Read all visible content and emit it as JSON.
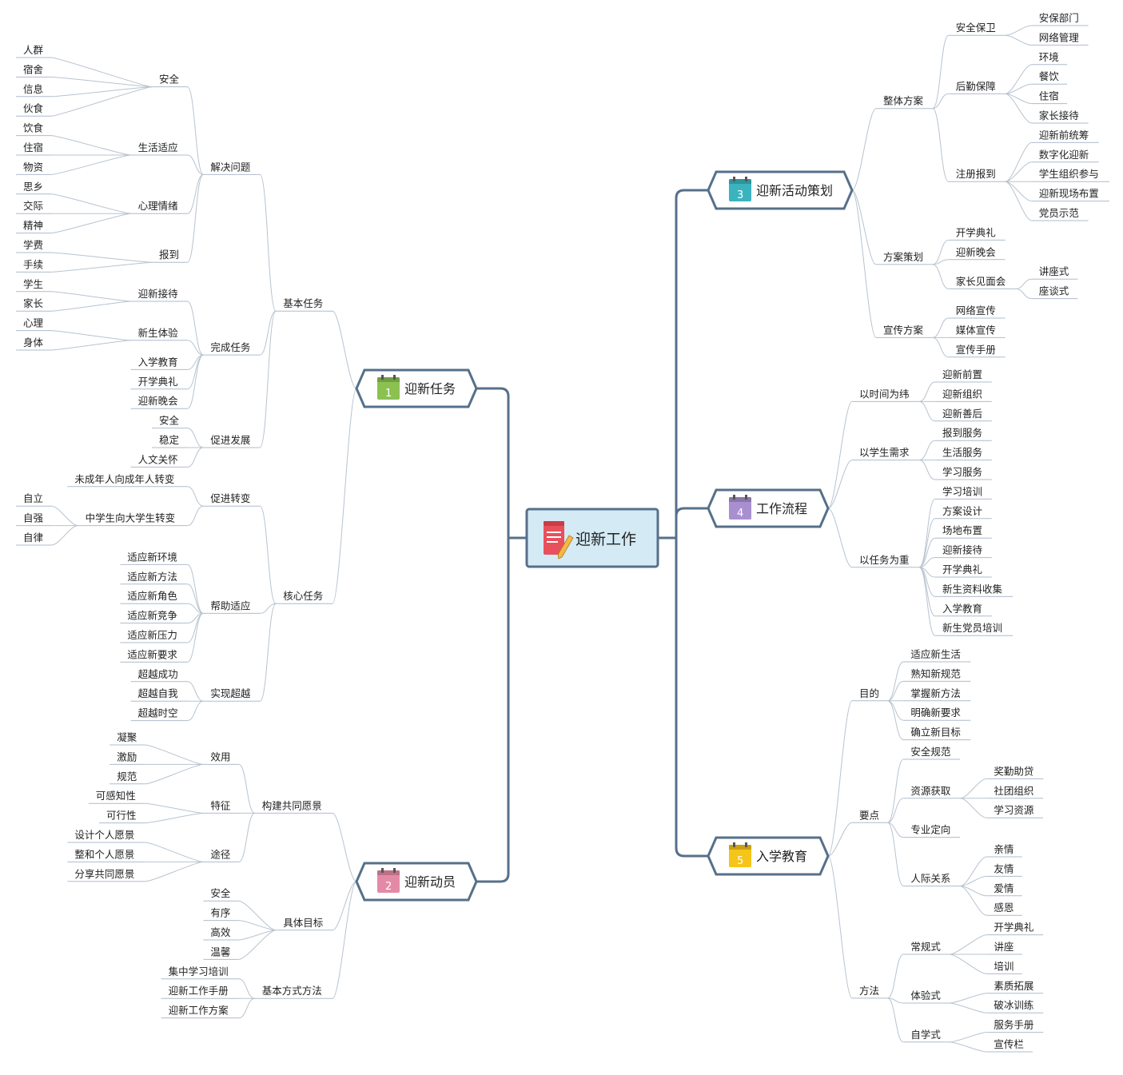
{
  "root": {
    "label": "迎新工作",
    "icon": "notepad-pencil-icon"
  },
  "colors": {
    "branch_line": "#56708a",
    "leaf_line": "#b7c3cf",
    "root_fill": "#d4eaf5",
    "badge_1": "#8cc152",
    "badge_2": "#e58aa6",
    "badge_3": "#3bb3bf",
    "badge_4": "#a88fd0",
    "badge_5": "#f5c518"
  },
  "branches": [
    {
      "badge": "1",
      "label": "迎新任务",
      "icon": "calendar-icon",
      "side": "left",
      "children": [
        {
          "label": "基本任务",
          "children": [
            {
              "label": "解决问题",
              "children": [
                {
                  "label": "安全",
                  "children": [
                    {
                      "label": "人群"
                    },
                    {
                      "label": "宿舍"
                    },
                    {
                      "label": "信息"
                    },
                    {
                      "label": "伙食"
                    }
                  ]
                },
                {
                  "label": "生活适应",
                  "children": [
                    {
                      "label": "饮食"
                    },
                    {
                      "label": "住宿"
                    },
                    {
                      "label": "物资"
                    }
                  ]
                },
                {
                  "label": "心理情绪",
                  "children": [
                    {
                      "label": "思乡"
                    },
                    {
                      "label": "交际"
                    },
                    {
                      "label": "精神"
                    }
                  ]
                },
                {
                  "label": "报到",
                  "children": [
                    {
                      "label": "学费"
                    },
                    {
                      "label": "手续"
                    }
                  ]
                }
              ]
            },
            {
              "label": "完成任务",
              "children": [
                {
                  "label": "迎新接待",
                  "children": [
                    {
                      "label": "学生"
                    },
                    {
                      "label": "家长"
                    }
                  ]
                },
                {
                  "label": "新生体验",
                  "children": [
                    {
                      "label": "心理"
                    },
                    {
                      "label": "身体"
                    }
                  ]
                },
                {
                  "label": "入学教育"
                },
                {
                  "label": "开学典礼"
                },
                {
                  "label": "迎新晚会"
                }
              ]
            },
            {
              "label": "促进发展",
              "children": [
                {
                  "label": "安全"
                },
                {
                  "label": "稳定"
                },
                {
                  "label": "人文关怀"
                }
              ]
            }
          ]
        },
        {
          "label": "核心任务",
          "children": [
            {
              "label": "促进转变",
              "children": [
                {
                  "label": "未成年人向成年人转变"
                },
                {
                  "label": "中学生向大学生转变",
                  "children": [
                    {
                      "label": "自立"
                    },
                    {
                      "label": "自强"
                    },
                    {
                      "label": "自律"
                    }
                  ]
                }
              ]
            },
            {
              "label": "帮助适应",
              "children": [
                {
                  "label": "适应新环境"
                },
                {
                  "label": "适应新方法"
                },
                {
                  "label": "适应新角色"
                },
                {
                  "label": "适应新竞争"
                },
                {
                  "label": "适应新压力"
                },
                {
                  "label": "适应新要求"
                }
              ]
            },
            {
              "label": "实现超越",
              "children": [
                {
                  "label": "超越成功"
                },
                {
                  "label": "超越自我"
                },
                {
                  "label": "超越时空"
                }
              ]
            }
          ]
        }
      ]
    },
    {
      "badge": "2",
      "label": "迎新动员",
      "icon": "calendar-icon",
      "side": "left",
      "children": [
        {
          "label": "构建共同愿景",
          "children": [
            {
              "label": "效用",
              "children": [
                {
                  "label": "凝聚"
                },
                {
                  "label": "激励"
                },
                {
                  "label": "规范"
                }
              ]
            },
            {
              "label": "特征",
              "children": [
                {
                  "label": "可感知性"
                },
                {
                  "label": "可行性"
                }
              ]
            },
            {
              "label": "途径",
              "children": [
                {
                  "label": "设计个人愿景"
                },
                {
                  "label": "整和个人愿景"
                },
                {
                  "label": "分享共同愿景"
                }
              ]
            }
          ]
        },
        {
          "label": "具体目标",
          "children": [
            {
              "label": "安全"
            },
            {
              "label": "有序"
            },
            {
              "label": "高效"
            },
            {
              "label": "温馨"
            }
          ]
        },
        {
          "label": "基本方式方法",
          "children": [
            {
              "label": "集中学习培训"
            },
            {
              "label": "迎新工作手册"
            },
            {
              "label": "迎新工作方案"
            }
          ]
        }
      ]
    },
    {
      "badge": "3",
      "label": "迎新活动策划",
      "icon": "calendar-icon",
      "side": "right",
      "children": [
        {
          "label": "整体方案",
          "children": [
            {
              "label": "安全保卫",
              "children": [
                {
                  "label": "安保部门"
                },
                {
                  "label": "网络管理"
                }
              ]
            },
            {
              "label": "后勤保障",
              "children": [
                {
                  "label": "环境"
                },
                {
                  "label": "餐饮"
                },
                {
                  "label": "住宿"
                },
                {
                  "label": "家长接待"
                }
              ]
            },
            {
              "label": "注册报到",
              "children": [
                {
                  "label": "迎新前统筹"
                },
                {
                  "label": "数字化迎新"
                },
                {
                  "label": "学生组织参与"
                },
                {
                  "label": "迎新现场布置"
                },
                {
                  "label": "党员示范"
                }
              ]
            }
          ]
        },
        {
          "label": "方案策划",
          "children": [
            {
              "label": "开学典礼"
            },
            {
              "label": "迎新晚会"
            },
            {
              "label": "家长见面会",
              "children": [
                {
                  "label": "讲座式"
                },
                {
                  "label": "座谈式"
                }
              ]
            }
          ]
        },
        {
          "label": "宣传方案",
          "children": [
            {
              "label": "网络宣传"
            },
            {
              "label": "媒体宣传"
            },
            {
              "label": "宣传手册"
            }
          ]
        }
      ]
    },
    {
      "badge": "4",
      "label": "工作流程",
      "icon": "calendar-icon",
      "side": "right",
      "children": [
        {
          "label": "以时间为纬",
          "children": [
            {
              "label": "迎新前置"
            },
            {
              "label": "迎新组织"
            },
            {
              "label": "迎新善后"
            }
          ]
        },
        {
          "label": "以学生需求",
          "children": [
            {
              "label": "报到服务"
            },
            {
              "label": "生活服务"
            },
            {
              "label": "学习服务"
            }
          ]
        },
        {
          "label": "以任务为重",
          "children": [
            {
              "label": "学习培训"
            },
            {
              "label": "方案设计"
            },
            {
              "label": "场地布置"
            },
            {
              "label": "迎新接待"
            },
            {
              "label": "开学典礼"
            },
            {
              "label": "新生资料收集"
            },
            {
              "label": "入学教育"
            },
            {
              "label": "新生党员培训"
            }
          ]
        }
      ]
    },
    {
      "badge": "5",
      "label": "入学教育",
      "icon": "calendar-icon",
      "side": "right",
      "children": [
        {
          "label": "目的",
          "children": [
            {
              "label": "适应新生活"
            },
            {
              "label": "熟知新规范"
            },
            {
              "label": "掌握新方法"
            },
            {
              "label": "明确新要求"
            },
            {
              "label": "确立新目标"
            }
          ]
        },
        {
          "label": "要点",
          "children": [
            {
              "label": "安全规范"
            },
            {
              "label": "资源获取",
              "children": [
                {
                  "label": "奖勤助贷"
                },
                {
                  "label": "社团组织"
                },
                {
                  "label": "学习资源"
                }
              ]
            },
            {
              "label": "专业定向"
            },
            {
              "label": "人际关系",
              "children": [
                {
                  "label": "亲情"
                },
                {
                  "label": "友情"
                },
                {
                  "label": "爱情"
                },
                {
                  "label": "感恩"
                }
              ]
            }
          ]
        },
        {
          "label": "方法",
          "children": [
            {
              "label": "常规式",
              "children": [
                {
                  "label": "开学典礼"
                },
                {
                  "label": "讲座"
                },
                {
                  "label": "培训"
                }
              ]
            },
            {
              "label": "体验式",
              "children": [
                {
                  "label": "素质拓展"
                },
                {
                  "label": "破冰训练"
                }
              ]
            },
            {
              "label": "自学式",
              "children": [
                {
                  "label": "服务手册"
                },
                {
                  "label": "宣传栏"
                }
              ]
            }
          ]
        }
      ]
    }
  ]
}
